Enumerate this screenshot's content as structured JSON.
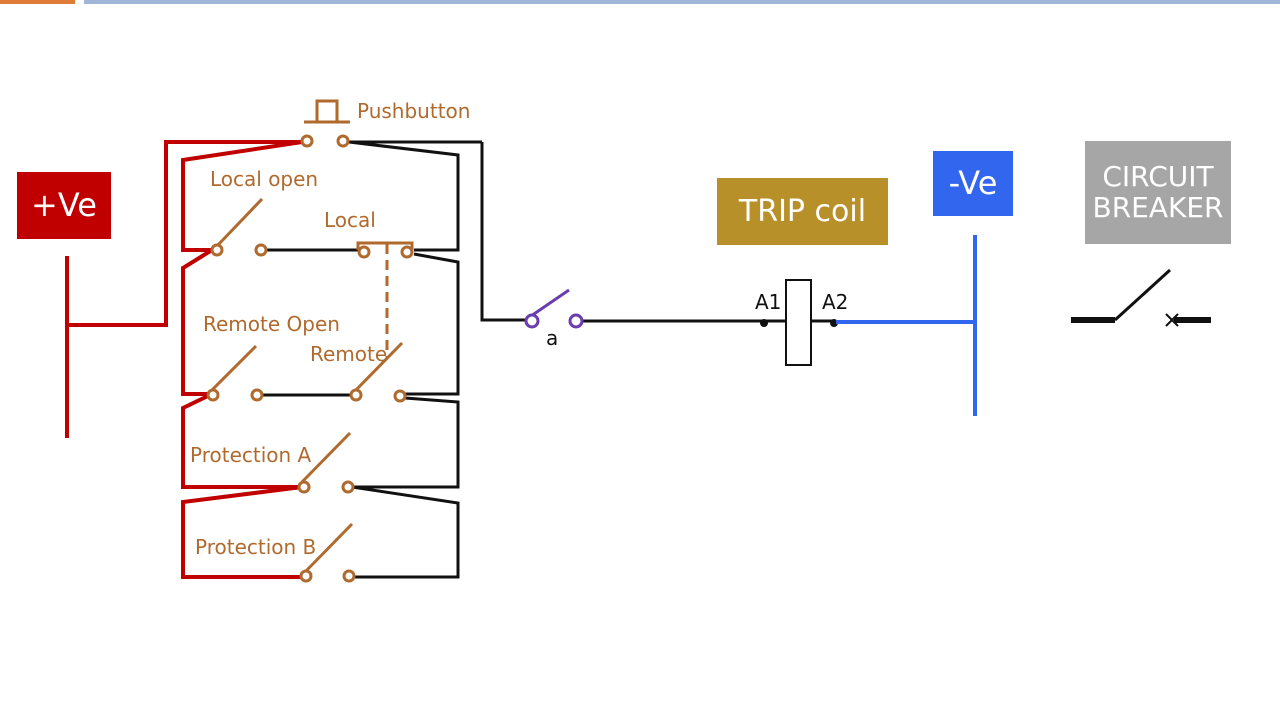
{
  "power": {
    "positive_label": "+Ve",
    "negative_label": "-Ve"
  },
  "trip_coil": {
    "label": "TRIP coil",
    "terminal_a1": "A1",
    "terminal_a2": "A2"
  },
  "circuit_breaker": {
    "label_line1": "CIRCUIT",
    "label_line2": "BREAKER"
  },
  "contacts": {
    "pushbutton": "Pushbutton",
    "local_open": "Local open",
    "local": "Local",
    "remote_open": "Remote Open",
    "remote": "Remote",
    "protection_a": "Protection A",
    "protection_b": "Protection B",
    "aux_contact": "a"
  },
  "colors": {
    "positive": "#c00000",
    "negative": "#3366ee",
    "contact": "#b06a2e",
    "wire": "#111111",
    "aux": "#6a3db0"
  }
}
